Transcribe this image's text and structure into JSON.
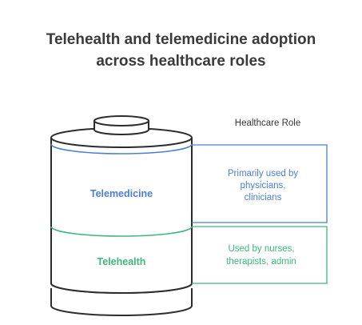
{
  "title": {
    "line1": "Telehealth and telemedicine adoption",
    "line2": "across healthcare roles"
  },
  "column_header": "Healthcare Role",
  "layers": [
    {
      "name": "Telemedicine",
      "color": "#4a7fd4",
      "description_lines": [
        "Primarily used by",
        "physicians,",
        "clinicians"
      ]
    },
    {
      "name": "Telehealth",
      "color": "#3cb87a",
      "description_lines": [
        "Used by nurses,",
        "therapists, admin"
      ]
    }
  ],
  "colors": {
    "title": "#3a3a3a",
    "cylinder_outline": "#2c2c2c",
    "header_text": "#333333"
  }
}
